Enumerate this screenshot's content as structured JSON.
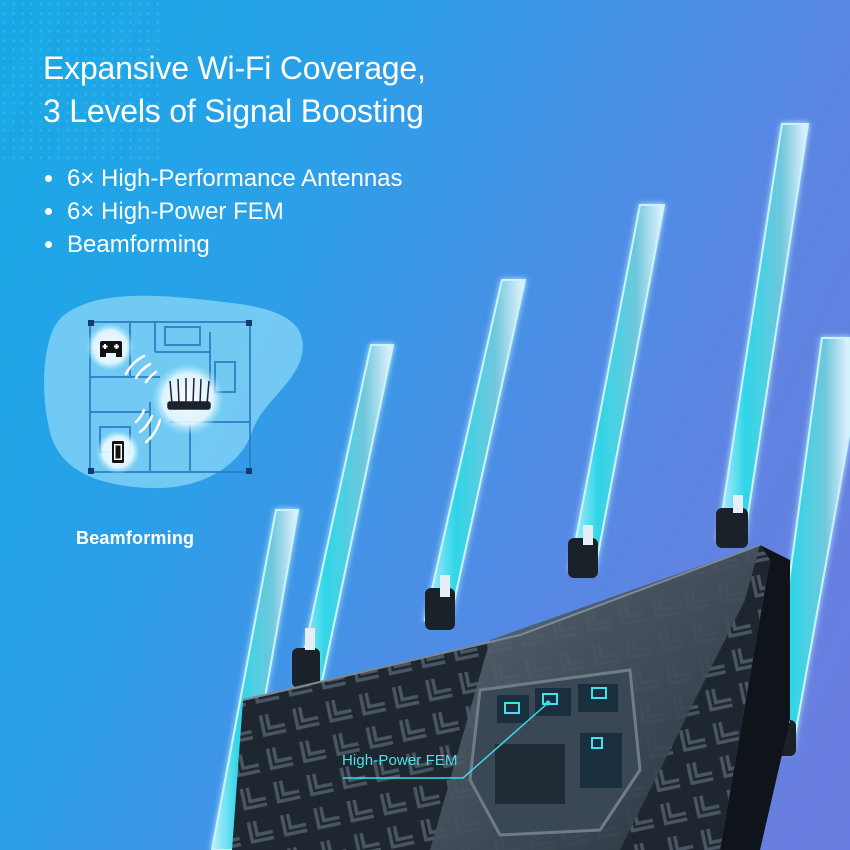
{
  "headline": {
    "line1": "Expansive Wi-Fi Coverage,",
    "line2": "3 Levels of Signal Boosting"
  },
  "features": [
    {
      "label": "6× High-Performance Antennas"
    },
    {
      "label": "6× High-Power FEM"
    },
    {
      "label": "Beamforming"
    }
  ],
  "diagram": {
    "caption": "Beamforming",
    "icons": [
      "gamepad-icon",
      "router-icon",
      "smartphone-icon",
      "wifi-waves-icon"
    ]
  },
  "product": {
    "antenna_count": 6,
    "callout": "High-Power FEM"
  },
  "colors": {
    "bg_start": "#17a9e6",
    "bg_end": "#6b7de0",
    "accent_cyan": "#4fe0ea",
    "router_body": "#2a3440"
  }
}
